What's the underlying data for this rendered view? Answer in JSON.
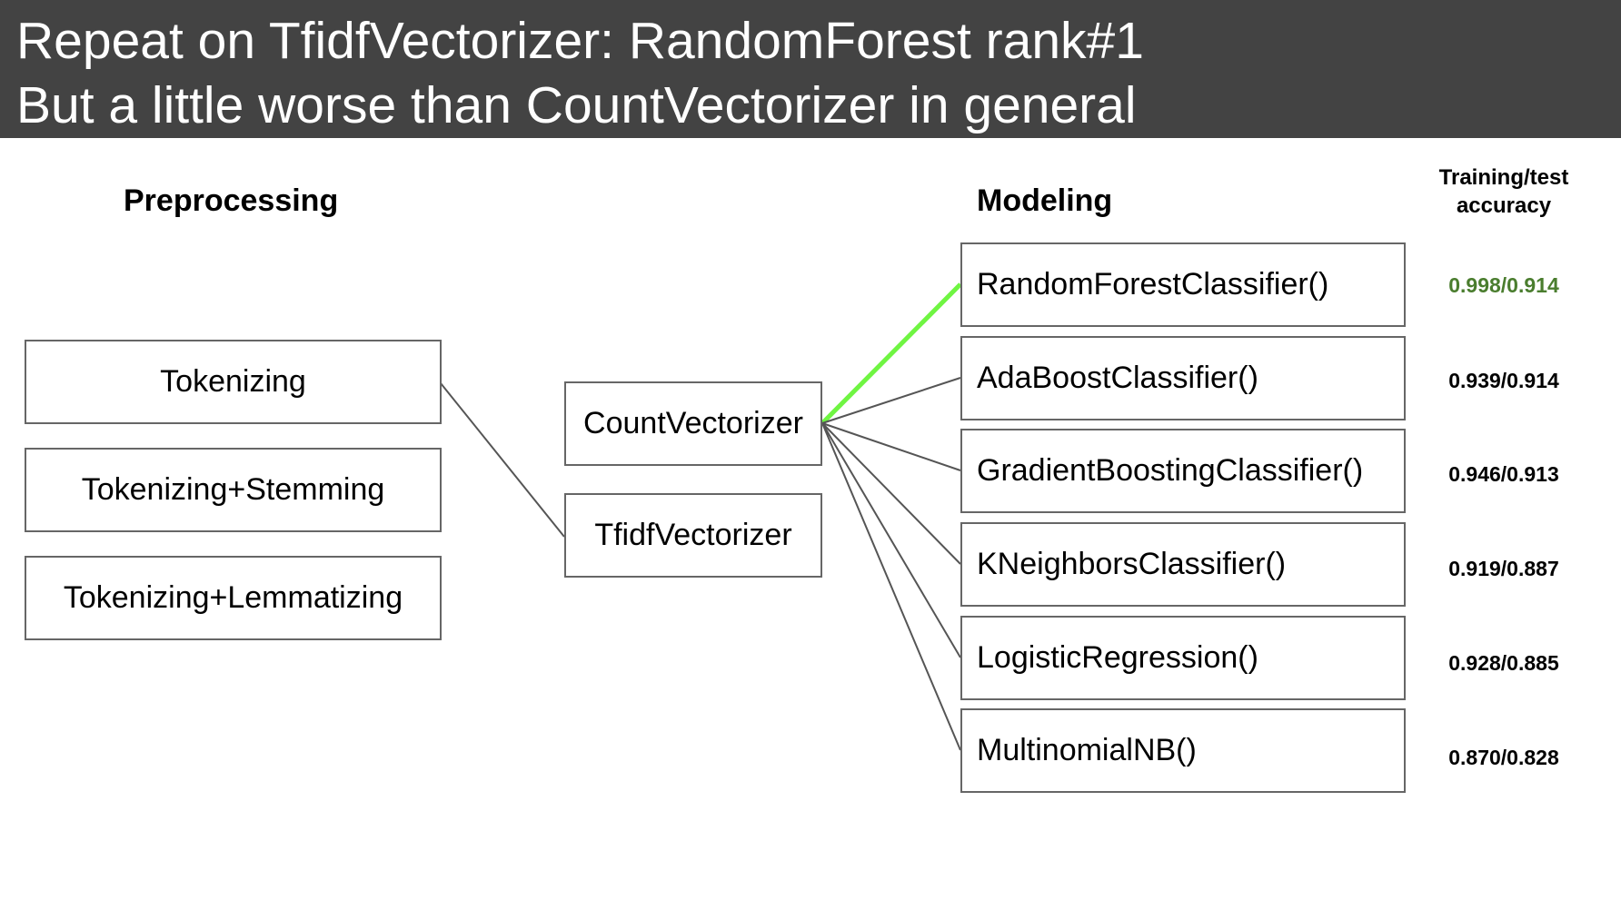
{
  "header": {
    "line1": "Repeat on TfidfVectorizer: RandomForest rank#1",
    "line2": "But a little worse than CountVectorizer in general"
  },
  "columns": {
    "preprocessing": "Preprocessing",
    "modeling": "Modeling",
    "accuracy_line1": "Training/test",
    "accuracy_line2": "accuracy"
  },
  "preprocessing": [
    "Tokenizing",
    "Tokenizing+Stemming",
    "Tokenizing+Lemmatizing"
  ],
  "vectorizers": [
    "CountVectorizer",
    "TfidfVectorizer"
  ],
  "models": [
    {
      "name": "RandomForestClassifier()",
      "accuracy": "0.998/0.914",
      "best": true
    },
    {
      "name": "AdaBoostClassifier()",
      "accuracy": "0.939/0.914",
      "best": false
    },
    {
      "name": "GradientBoostingClassifier()",
      "accuracy": "0.946/0.913",
      "best": false
    },
    {
      "name": "KNeighborsClassifier()",
      "accuracy": "0.919/0.887",
      "best": false
    },
    {
      "name": "LogisticRegression()",
      "accuracy": "0.928/0.885",
      "best": false
    },
    {
      "name": "MultinomialNB()",
      "accuracy": "0.870/0.828",
      "best": false
    }
  ],
  "colors": {
    "header_bg": "#434343",
    "best_link": "#6ff542",
    "best_accuracy": "#4a7d2e",
    "link": "#555555",
    "box_border": "#666666"
  }
}
